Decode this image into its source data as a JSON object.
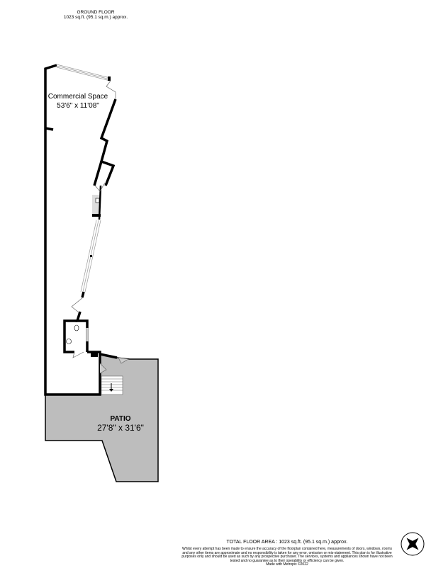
{
  "header": {
    "floor_name": "GROUND FLOOR",
    "floor_area": "1023 sq.ft. (95.1 sq.m.) approx."
  },
  "rooms": [
    {
      "name": "Commercial Space",
      "dimensions": "53'6\" x 11'08\""
    },
    {
      "name": "PATIO",
      "dimensions": "27'8\" x 31'6\""
    }
  ],
  "footer": {
    "total": "TOTAL FLOOR AREA : 1023 sq.ft. (95.1 sq.m.) approx.",
    "disclaimer": "Whilst every attempt has been made to ensure the accuracy of the floorplan contained here, measurements of doors, windows, rooms and any other items are approximate and no responsibility is taken for any error, omission or mis-statement. This plan is for illustrative purposes only and should be used as such by any prospective purchaser. The services, systems and appliances shown have not been tested and no guarantee as to their operability or efficiency can be given.",
    "made_with": "Made with Metropix ©2022"
  },
  "colors": {
    "patio": "#bdbdbd",
    "walls": "#000000"
  },
  "icons": [
    "compass-icon",
    "stairs-down-arrow-icon",
    "toilet-icon",
    "sink-icon"
  ]
}
